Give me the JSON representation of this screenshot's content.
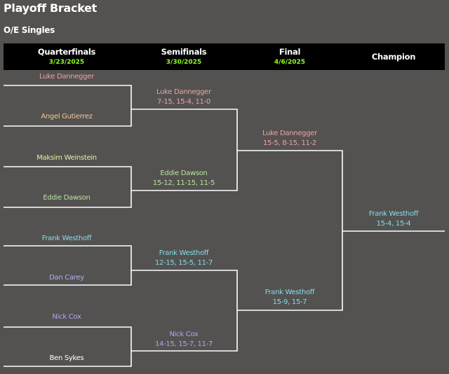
{
  "title": "Playoff Bracket",
  "subtitle": "O/E Singles",
  "rounds": [
    {
      "label": "Quarterfinals",
      "date": "3/23/2025"
    },
    {
      "label": "Semifinals",
      "date": "3/30/2025"
    },
    {
      "label": "Final",
      "date": "4/6/2025"
    },
    {
      "label": "Champion"
    }
  ],
  "colors": {
    "luke": "#e8a4a4",
    "angel": "#f0c89a",
    "maksim": "#ecec9e",
    "eddie": "#b8e2a0",
    "frank": "#86dcea",
    "dan": "#a6b4f2",
    "nick": "#b4a4f2",
    "ben": "#ffffff",
    "date": "#8cff1a",
    "line": "#ffffff"
  },
  "quarterfinals": [
    {
      "name": "Luke Dannegger"
    },
    {
      "name": "Angel Gutierrez"
    },
    {
      "name": "Maksim Weinstein"
    },
    {
      "name": "Eddie Dawson"
    },
    {
      "name": "Frank Westhoff"
    },
    {
      "name": "Dan Carey"
    },
    {
      "name": "Nick Cox"
    },
    {
      "name": "Ben Sykes"
    }
  ],
  "semifinals": [
    {
      "name": "Luke Dannegger",
      "score": "7-15, 15-4, 11-0"
    },
    {
      "name": "Eddie Dawson",
      "score": "15-12, 11-15, 11-5"
    },
    {
      "name": "Frank Westhoff",
      "score": "12-15, 15-5, 11-7"
    },
    {
      "name": "Nick Cox",
      "score": "14-15, 15-7, 11-7"
    }
  ],
  "final": [
    {
      "name": "Luke Dannegger",
      "score": "15-5, 8-15, 11-2"
    },
    {
      "name": "Frank Westhoff",
      "score": "15-9, 15-7"
    }
  ],
  "champion": {
    "name": "Frank Westhoff",
    "score": "15-4, 15-4"
  }
}
